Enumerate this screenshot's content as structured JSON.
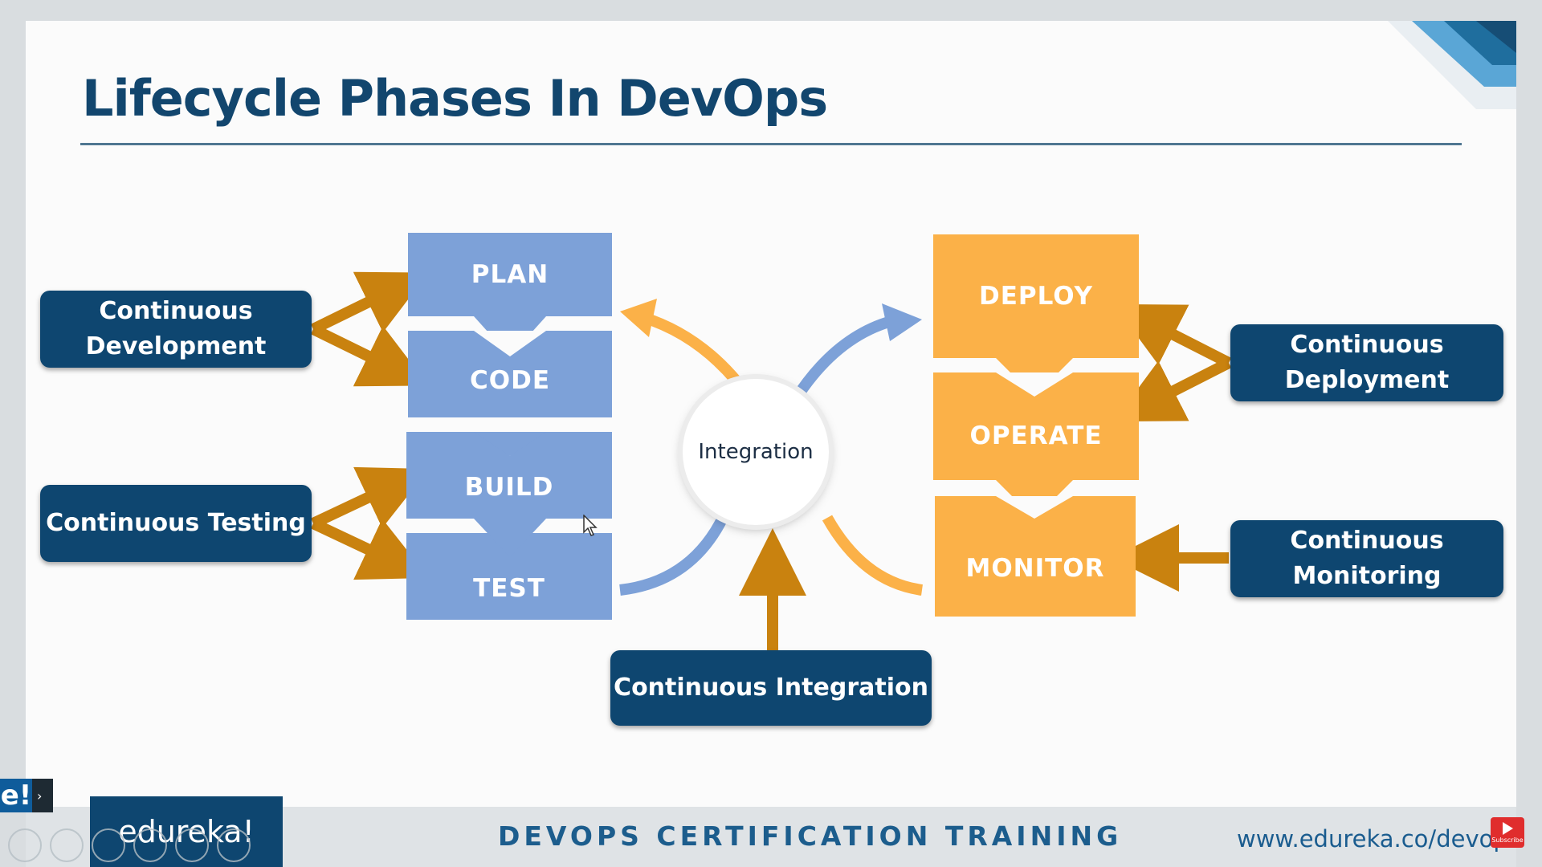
{
  "title": "Lifecycle Phases In DevOps",
  "colors": {
    "navy": "#0e4670",
    "blue_phase": "#7da1d8",
    "orange_phase": "#fbb148",
    "arrow_brown": "#c9820f",
    "title_blue": "#12466e"
  },
  "practices": {
    "continuous_development": "Continuous\nDevelopment",
    "continuous_testing": "Continuous Testing",
    "continuous_deployment": "Continuous\nDeployment",
    "continuous_monitoring": "Continuous\nMonitoring",
    "continuous_integration": "Continuous Integration"
  },
  "phases": {
    "plan": "PLAN",
    "code": "CODE",
    "build": "BUILD",
    "test": "TEST",
    "deploy": "DEPLOY",
    "operate": "OPERATE",
    "monitor": "MONITOR"
  },
  "center": "Integration",
  "footer": {
    "logo": "edureka!",
    "course": "DEVOPS CERTIFICATION TRAINING",
    "url": "www.edureka.co/devops"
  },
  "overlay": {
    "badge": "e!",
    "subscribe": "Subscribe"
  }
}
